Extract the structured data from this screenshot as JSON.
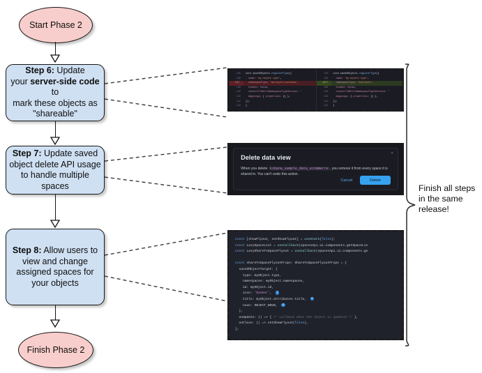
{
  "flow": {
    "start_node": "Start Phase 2",
    "end_node": "Finish Phase 2",
    "steps": [
      {
        "id": "step-6",
        "label_prefix": "Step 6:",
        "label_rest": " Update your server-side code to mark these objects as \"shareable\"",
        "line1_a": "Step 6:",
        "line1_b": " Update",
        "line2_a": "your ",
        "line2_b": "server-side code",
        "line2_c": " to",
        "line3": "mark these objects as",
        "line4": "\"shareable\""
      },
      {
        "id": "step-7",
        "label_prefix": "Step 7:",
        "line1_b": " Update saved",
        "line2": "object delete API usage",
        "line3": "to handle multiple spaces"
      },
      {
        "id": "step-8",
        "label_prefix": "Step 8:",
        "line1_b": " Allow users to",
        "line2": "view and change",
        "line3": "assigned spaces for",
        "line4": "your objects"
      }
    ],
    "side_note": {
      "line1": "Finish all steps",
      "line2": "in the same",
      "line3": "release!"
    },
    "colors": {
      "terminator_fill": "#f8cecc",
      "step_fill": "#cfe0f3",
      "stroke": "#151515",
      "accent_blue": "#36a2ef"
    }
  },
  "screenshot_diff": {
    "name": "registerType-namespaceType-diff",
    "left": {
      "lines": [
        {
          "num": "135",
          "type": "ctx",
          "code": "core.savedObjects.registerType({"
        },
        {
          "num": "136",
          "type": "ctx",
          "code": "  name: 'my-object-type',"
        },
        {
          "num": "137",
          "type": "del",
          "code": "  namespaceType: 'multiple-isolated',"
        },
        {
          "num": "138",
          "type": "ctx",
          "code": "  hidden: false,"
        },
        {
          "num": "139",
          "type": "ctx",
          "code": "  convertToMultiNamespaceTypeVersion: '"
        },
        {
          "num": "140",
          "type": "ctx",
          "code": "  mappings: { properties: {} },"
        },
        {
          "num": "141",
          "type": "ctx",
          "code": "});"
        },
        {
          "num": "142",
          "type": "ctx",
          "code": "}"
        }
      ]
    },
    "right": {
      "lines": [
        {
          "num": "135",
          "type": "ctx",
          "code": "core.savedObjects.registerType({"
        },
        {
          "num": "136",
          "type": "ctx",
          "code": "  name: 'my-object-type',"
        },
        {
          "num": "137",
          "type": "add",
          "code": "  namespaceType: 'multiple',"
        },
        {
          "num": "138",
          "type": "ctx",
          "code": "  hidden: false,"
        },
        {
          "num": "139",
          "type": "ctx",
          "code": "  convertToMultiNamespaceTypeVersion: '"
        },
        {
          "num": "140",
          "type": "ctx",
          "code": "  mappings: { properties: {} },"
        },
        {
          "num": "141",
          "type": "ctx",
          "code": "});"
        },
        {
          "num": "142",
          "type": "ctx",
          "code": "}"
        }
      ]
    }
  },
  "screenshot_modal": {
    "name": "delete-data-view-modal",
    "title": "Delete data view",
    "body_before": "When you delete",
    "body_code": "kibana_sample_data_ecommerce",
    "body_after": ", you remove it from every space it is shared in. You can't undo this action.",
    "cancel_label": "Cancel",
    "delete_label": "Delete",
    "close_label": "×"
  },
  "screenshot_code": {
    "name": "share-to-space-flyout-code",
    "lines": [
      "const [showFlyout, setShowFlyout] = useState(false);",
      "const LazySpaceList = useCallback(spacesApi.ui.components.getSpaceLis",
      "const LazyShareToSpaceFlyout = useCallback(spacesApi.ui.components.ge",
      "",
      "const shareToSpaceFlyoutProps: ShareToSpaceFlyoutProps = {",
      "  savedObjectTarget: {",
      "    type: myObject.type,",
      "    namespaces: myObject.namespaces,",
      "    id: myObject.id,",
      "    icon: 'beaker',",
      "    title: myObject.attributes.title,",
      "    noun: OBJECT_NOUN,",
      "  },",
      "  onUpdate: () => { /* callback when the object is updated */ },",
      "  onClose: () => setShowFlyout(false),",
      "};"
    ],
    "badges": [
      "1",
      "2",
      "3"
    ]
  }
}
